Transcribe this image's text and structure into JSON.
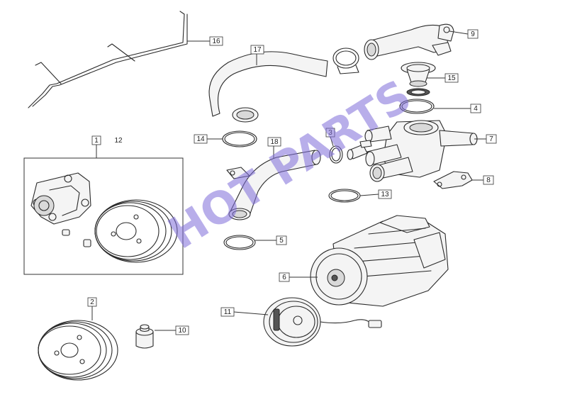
{
  "callouts": {
    "c1": "1",
    "c2": "2",
    "c3": "3",
    "c4": "4",
    "c5": "5",
    "c6": "6",
    "c7": "7",
    "c8": "8",
    "c9": "9",
    "c10": "10",
    "c11": "11",
    "c12": "12",
    "c13": "13",
    "c14": "14",
    "c15": "15",
    "c16": "16",
    "c17": "17",
    "c18": "18"
  },
  "watermark": "HOT PARTS",
  "colors": {
    "watermark": "#7d6bd8",
    "line": "#2a2a2a"
  }
}
